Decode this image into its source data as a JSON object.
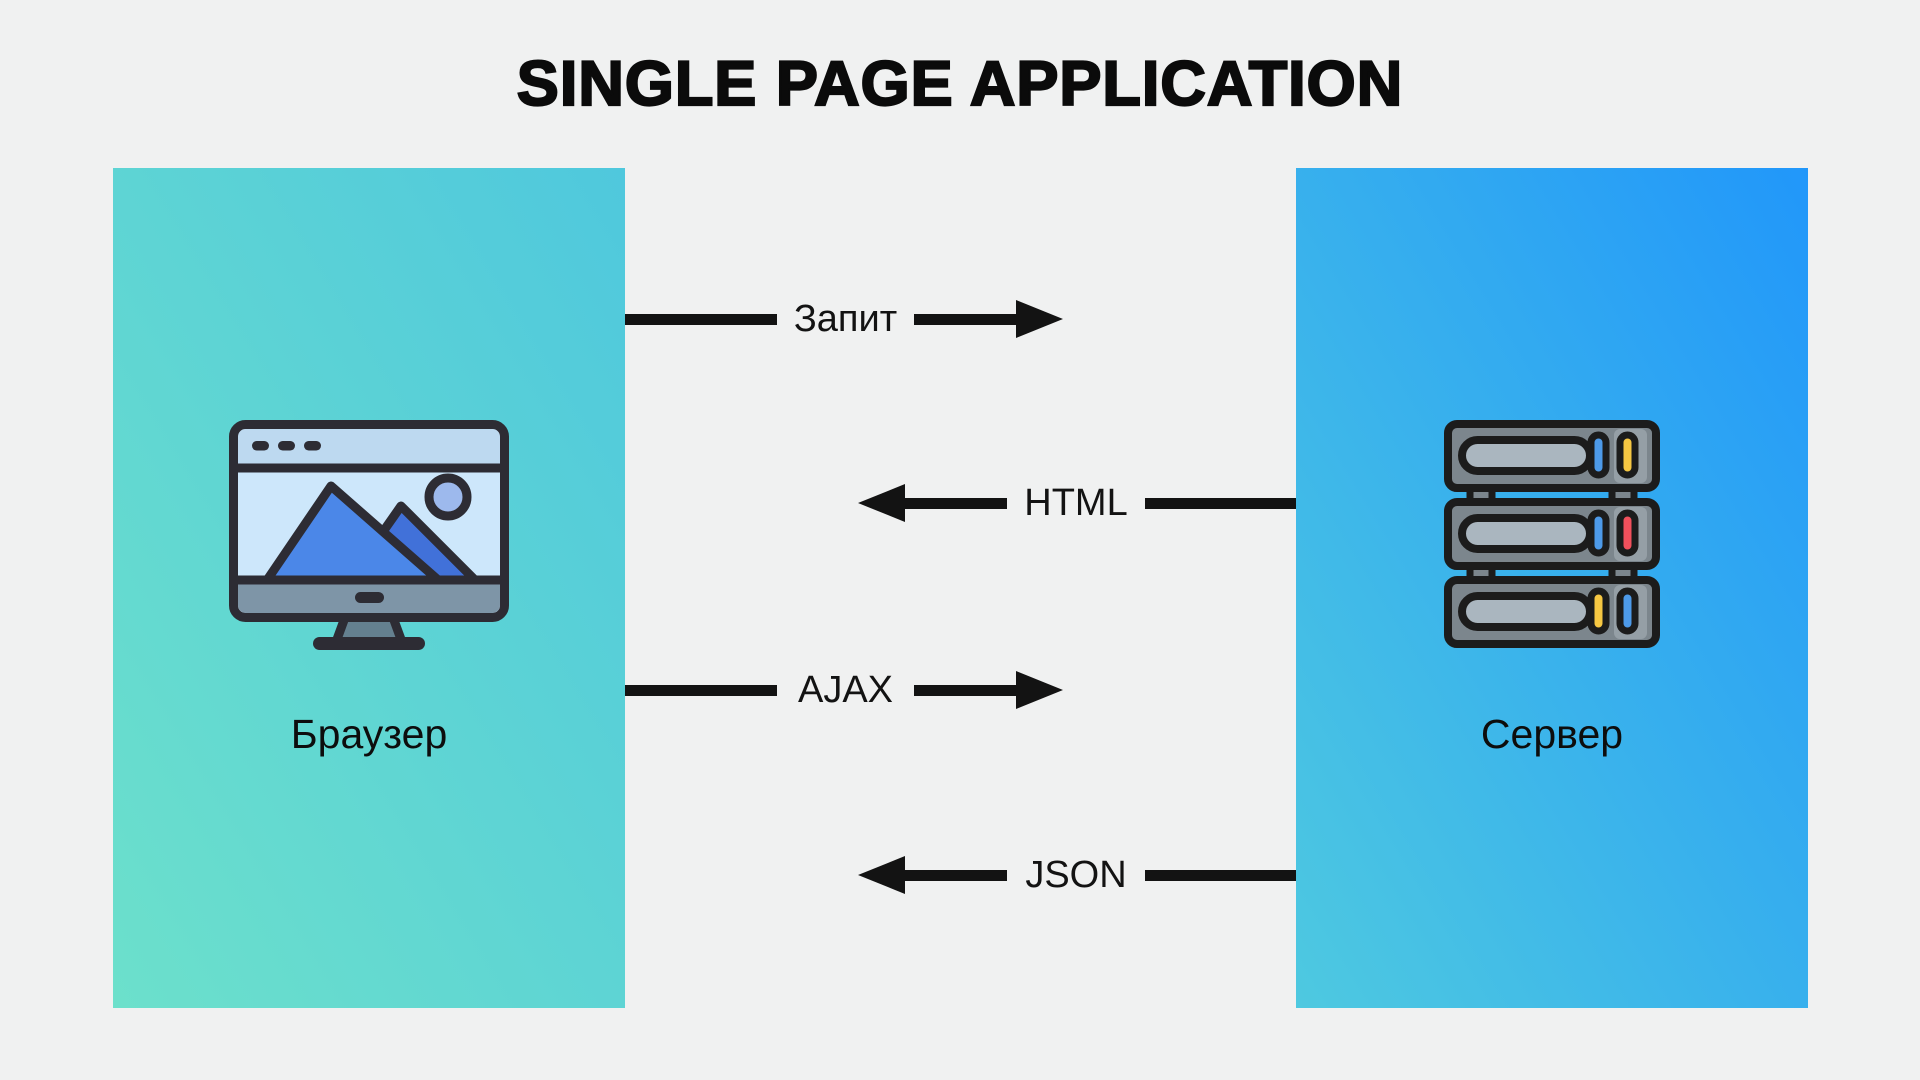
{
  "title": "SINGLE PAGE APPLICATION",
  "panels": {
    "browser": {
      "label": "Браузер",
      "icon": "monitor-with-image-icon",
      "gradient_start": "#6ce0cb",
      "gradient_end": "#4fc8dd"
    },
    "server": {
      "label": "Сервер",
      "icon": "server-rack-icon",
      "gradient_start": "#4ec9e0",
      "gradient_end": "#2197fa"
    }
  },
  "arrows": [
    {
      "label": "Запит",
      "direction": "right",
      "from": "browser",
      "to": "server"
    },
    {
      "label": "HTML",
      "direction": "left",
      "from": "server",
      "to": "browser"
    },
    {
      "label": "AJAX",
      "direction": "right",
      "from": "browser",
      "to": "server"
    },
    {
      "label": "JSON",
      "direction": "left",
      "from": "server",
      "to": "browser"
    }
  ],
  "colors": {
    "background": "#f0f1f1",
    "text": "#0d0d0d",
    "arrow": "#131313",
    "icon_outline": "#2d2c34",
    "monitor_topbar": "#bdd9f0",
    "monitor_screen": "#cde7fb",
    "mountain_large": "#4b87e8",
    "mountain_small": "#4171d9",
    "sun": "#9db9ed",
    "monitor_bezel": "#7e95a7",
    "monitor_stand": "#64808f",
    "server_body": "#7c868d",
    "server_highlight": "#959fa6",
    "server_slot": "#aab6bf",
    "led_blue": "#4d9ae9",
    "led_yellow": "#f6c742",
    "led_red": "#f2505c"
  }
}
